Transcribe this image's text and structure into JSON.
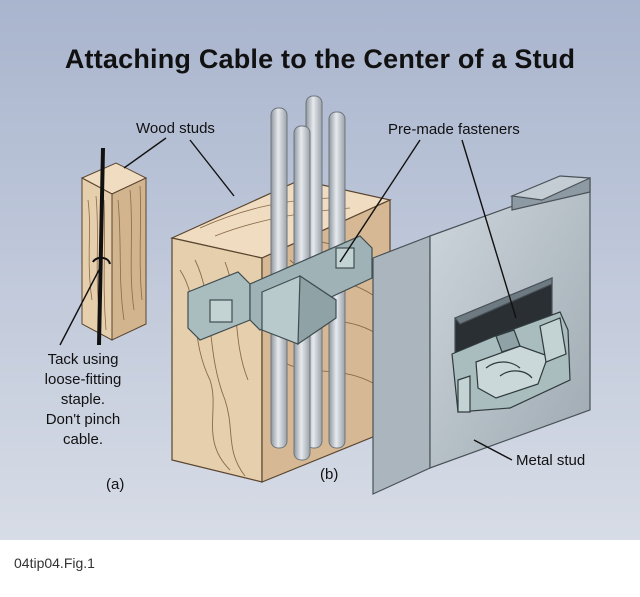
{
  "figure": {
    "title": "Attaching Cable to the Center of a Stud",
    "labels": {
      "wood_studs": "Wood studs",
      "premade_fasteners": "Pre-made fasteners",
      "metal_stud": "Metal stud",
      "part_a": "(a)",
      "part_b": "(b)"
    },
    "note_lines": [
      "Tack using",
      "loose-fitting",
      "staple.",
      "Don't pinch",
      "cable."
    ],
    "caption": "04tip04.Fig.1"
  },
  "colors": {
    "panel_bg": "#bcc6d9",
    "wood": "#e8d2b2",
    "wood_side": "#d4b794",
    "wood_grain": "#8a6a4a",
    "metal": "#b9c4cc",
    "metal_dark": "#8e9aa3",
    "fastener": "#a9bcbe",
    "conduit": "#c9ced3"
  }
}
